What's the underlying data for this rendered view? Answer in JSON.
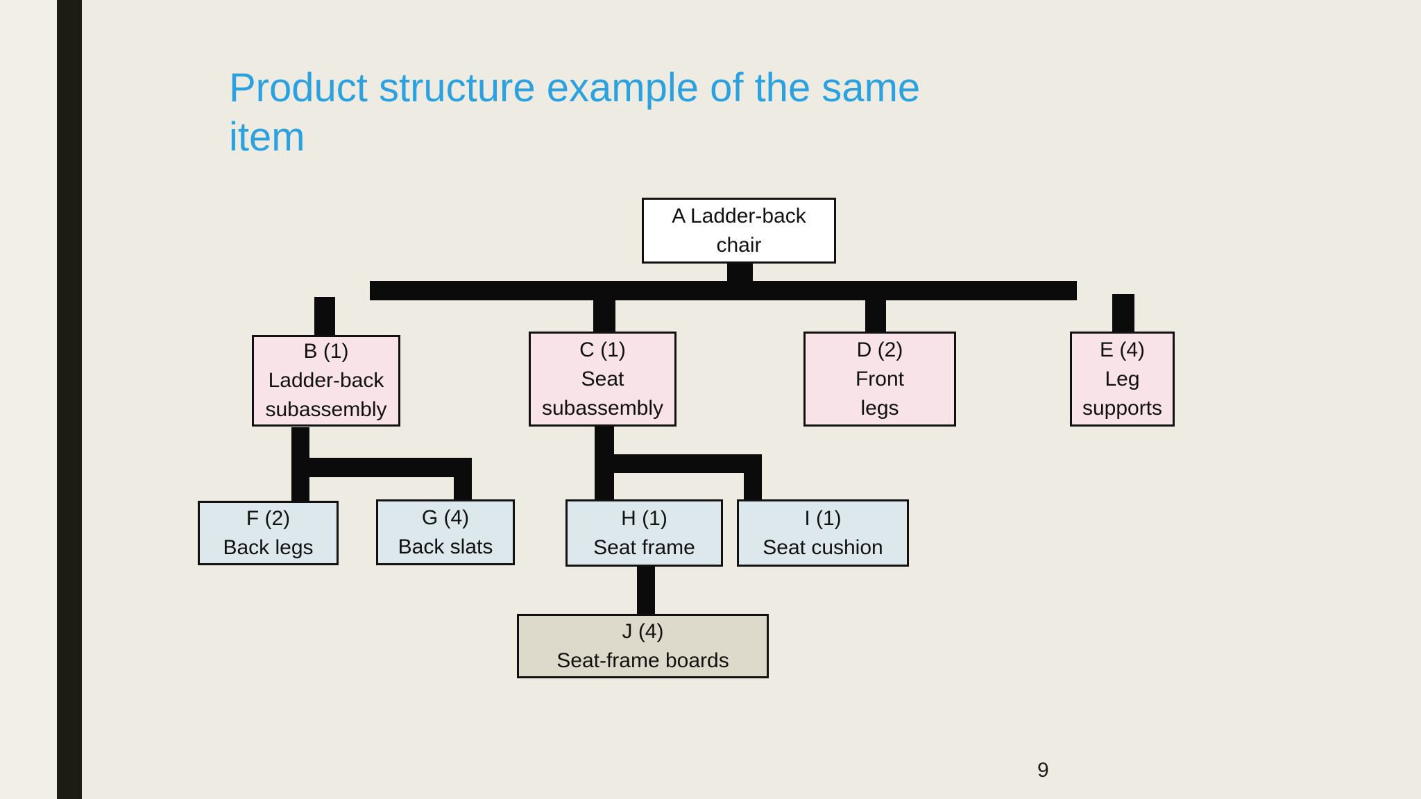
{
  "slide": {
    "title": "Product structure example of the same\nitem",
    "page_number": "9"
  },
  "colors": {
    "title_text": "#2ba1e0",
    "background": "#eeebe2",
    "left_margin_strip": "#f2efe9",
    "sidebar_accent_bar": "#1c1c12",
    "root_node_fill": "#ffffff",
    "subassembly_node_fill": "#f8e3e9",
    "component_node_fill": "#dde8ec",
    "leaf_node_fill": "#dedacb",
    "connector": "#0b0b0b",
    "node_border": "#111111",
    "node_text": "#111111"
  },
  "tree": {
    "description": "Bill-of-materials product structure tree",
    "nodes": [
      {
        "id": "A",
        "label": "A Ladder-back\nchair",
        "parent": null
      },
      {
        "id": "B",
        "label": "B (1)\nLadder-back\nsubassembly",
        "parent": "A"
      },
      {
        "id": "C",
        "label": "C (1)\nSeat\nsubassembly",
        "parent": "A"
      },
      {
        "id": "D",
        "label": "D (2)\nFront\nlegs",
        "parent": "A"
      },
      {
        "id": "E",
        "label": "E (4)\nLeg\nsupports",
        "parent": "A"
      },
      {
        "id": "F",
        "label": "F (2)\nBack legs",
        "parent": "B"
      },
      {
        "id": "G",
        "label": "G (4)\nBack slats",
        "parent": "B"
      },
      {
        "id": "H",
        "label": "H (1)\nSeat frame",
        "parent": "C"
      },
      {
        "id": "I",
        "label": "I (1)\nSeat cushion",
        "parent": "C"
      },
      {
        "id": "J",
        "label": "J (4)\nSeat-frame boards",
        "parent": "H"
      }
    ]
  }
}
